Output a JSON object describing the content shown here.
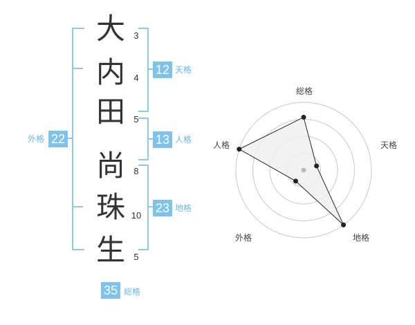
{
  "name_chars": [
    {
      "char": "大",
      "strokes": "3"
    },
    {
      "char": "内",
      "strokes": "4"
    },
    {
      "char": "田",
      "strokes": "5"
    },
    {
      "char": "尚",
      "strokes": "8"
    },
    {
      "char": "珠",
      "strokes": "10"
    },
    {
      "char": "生",
      "strokes": "5"
    }
  ],
  "fortune": {
    "tenkaku": {
      "value": "12",
      "label": "天格"
    },
    "jinkaku": {
      "value": "13",
      "label": "人格"
    },
    "chikaku": {
      "value": "23",
      "label": "地格"
    },
    "gaikaku": {
      "value": "22",
      "label": "外格"
    },
    "soukaku": {
      "value": "35",
      "label": "総格"
    }
  },
  "chart_data": {
    "type": "radar",
    "axes": [
      "総格",
      "天格",
      "地格",
      "外格",
      "人格"
    ],
    "values": [
      0.78,
      0.2,
      1.0,
      0.2,
      1.0
    ],
    "max": 1.0,
    "rings": 4,
    "colors": {
      "fill": "#f0f0f0",
      "line": "#222222",
      "ring": "#c8c8c8",
      "center": "#bbbbbb"
    }
  }
}
